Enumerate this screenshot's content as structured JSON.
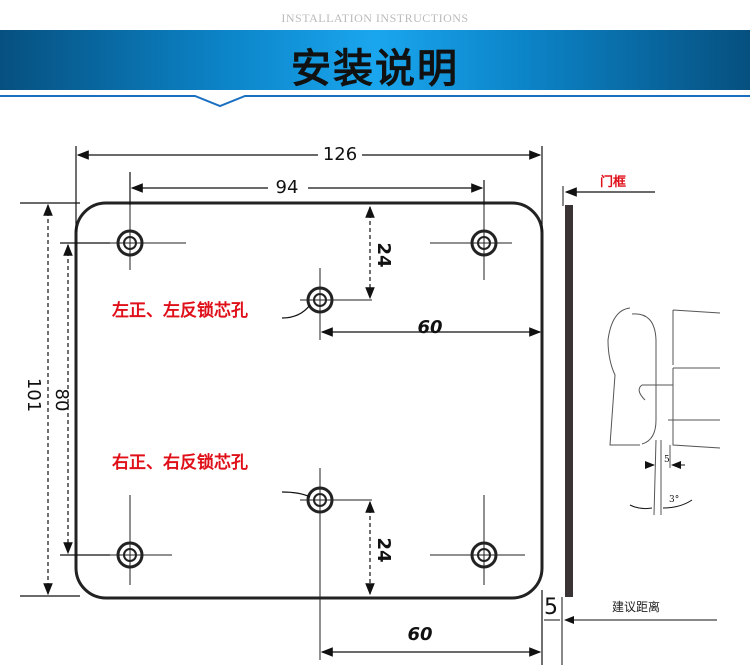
{
  "header": {
    "subtitle": "INSTALLATION INSTRUCTIONS",
    "title": "安装说明",
    "band_color": "#0c84c8"
  },
  "diagram": {
    "dim_overall_width": "126",
    "dim_hole_span_x": "94",
    "dim_top_offset": "24",
    "dim_center_to_edge_upper": "60",
    "dim_overall_height": "101",
    "dim_hole_span_y": "80",
    "dim_bottom_offset": "24",
    "dim_center_to_edge_lower": "60",
    "label_left_hole": "左正、左反锁芯孔",
    "label_right_hole": "右正、右反锁芯孔",
    "label_door_frame": "门框",
    "dim_gap": "5",
    "label_suggested_distance": "建议距离",
    "detail_gap": "5",
    "detail_angle": "3°",
    "label_color": "#e0101a"
  }
}
